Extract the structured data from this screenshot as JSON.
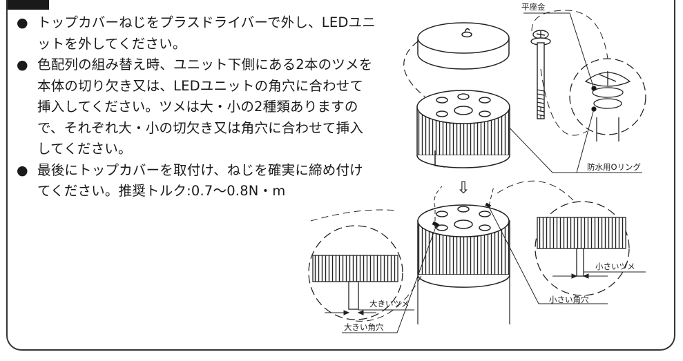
{
  "instructions": [
    {
      "bullet": "●",
      "text": "トップカバーねじをプラスドライバーで外し、LEDユニットを外してください。"
    },
    {
      "bullet": "●",
      "text": "色配列の組み替え時、ユニット下側にある2本のツメを本体の切り欠き又は、LEDユニットの角穴に合わせて挿入してください。ツメは大・小の2種類ありますので、それぞれ大・小の切欠き又は角穴に合わせて挿入してください。"
    },
    {
      "bullet": "●",
      "text": "最後にトップカバーを取付け、ねじを確実に締め付けてください。推奨トルク:0.7〜0.8N・m"
    }
  ],
  "figure": {
    "callouts": {
      "flat_washer": "平座金",
      "o_ring": "防水用Oリング",
      "small_tab": "小さいツメ",
      "small_hole": "小さい角穴",
      "large_tab": "大きいツメ",
      "large_hole": "大きい角穴"
    },
    "arrow_glyph": "⇩"
  }
}
